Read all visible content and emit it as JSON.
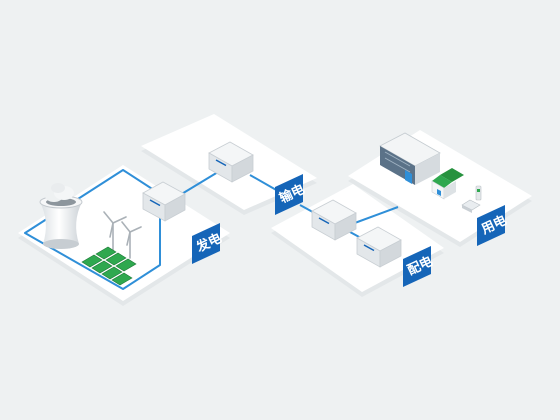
{
  "colors": {
    "background": "#eef1f2",
    "platform": "#ffffff",
    "platform_shadow": "#e2e6e8",
    "label_bg": "#1565b8",
    "connector": "#2f8fd8",
    "solar": "#2fa84f",
    "cabinet_top": "#f4f6f7",
    "cabinet_left": "#e3e7ea",
    "cabinet_right": "#d3d8dc",
    "cabinet_brand": "#1565b8"
  },
  "stages": [
    {
      "key": "generation",
      "label": "发电"
    },
    {
      "key": "transmission",
      "label": "输电"
    },
    {
      "key": "distribution",
      "label": "配电"
    },
    {
      "key": "consumption",
      "label": "用电"
    }
  ]
}
